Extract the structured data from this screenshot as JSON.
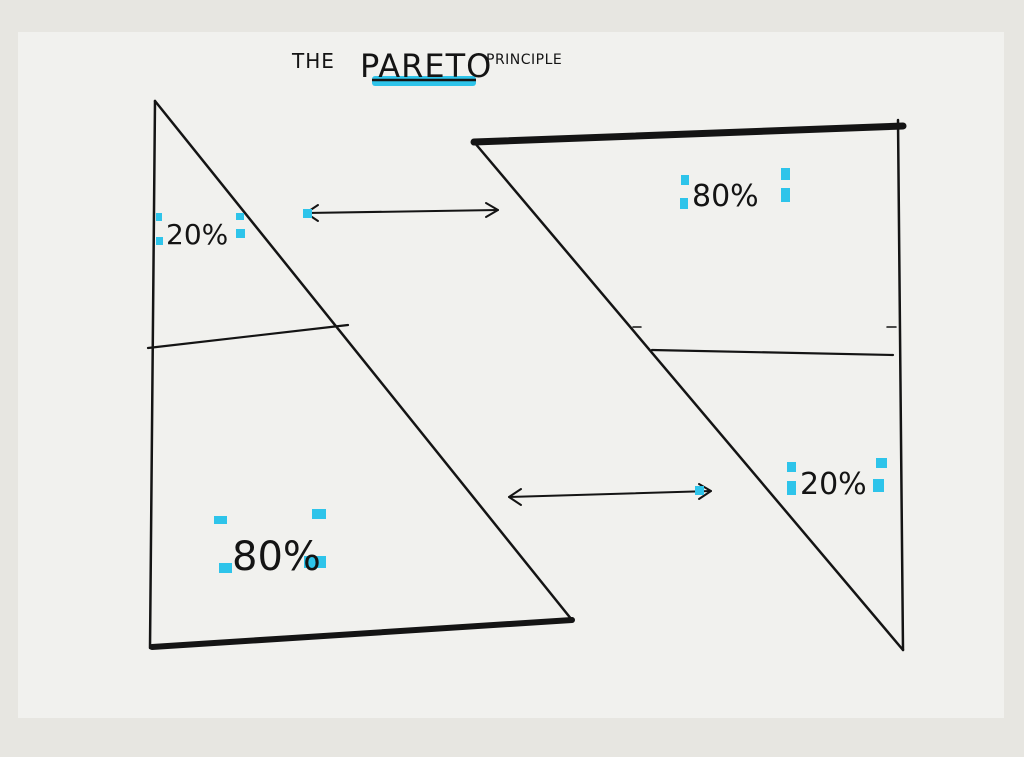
{
  "title": {
    "prefix": "THE",
    "emphasis": "PARETO",
    "suffix": "PRINCIPLE"
  },
  "left_triangle": {
    "top_section_label": "20%",
    "bottom_section_label": "80%"
  },
  "right_triangle": {
    "top_section_label": "80%",
    "bottom_section_label": "20%"
  },
  "colors": {
    "ink": "#141414",
    "highlight": "#2ec4ea",
    "paper": "#f1f1ee",
    "background": "#e7e6e1"
  }
}
